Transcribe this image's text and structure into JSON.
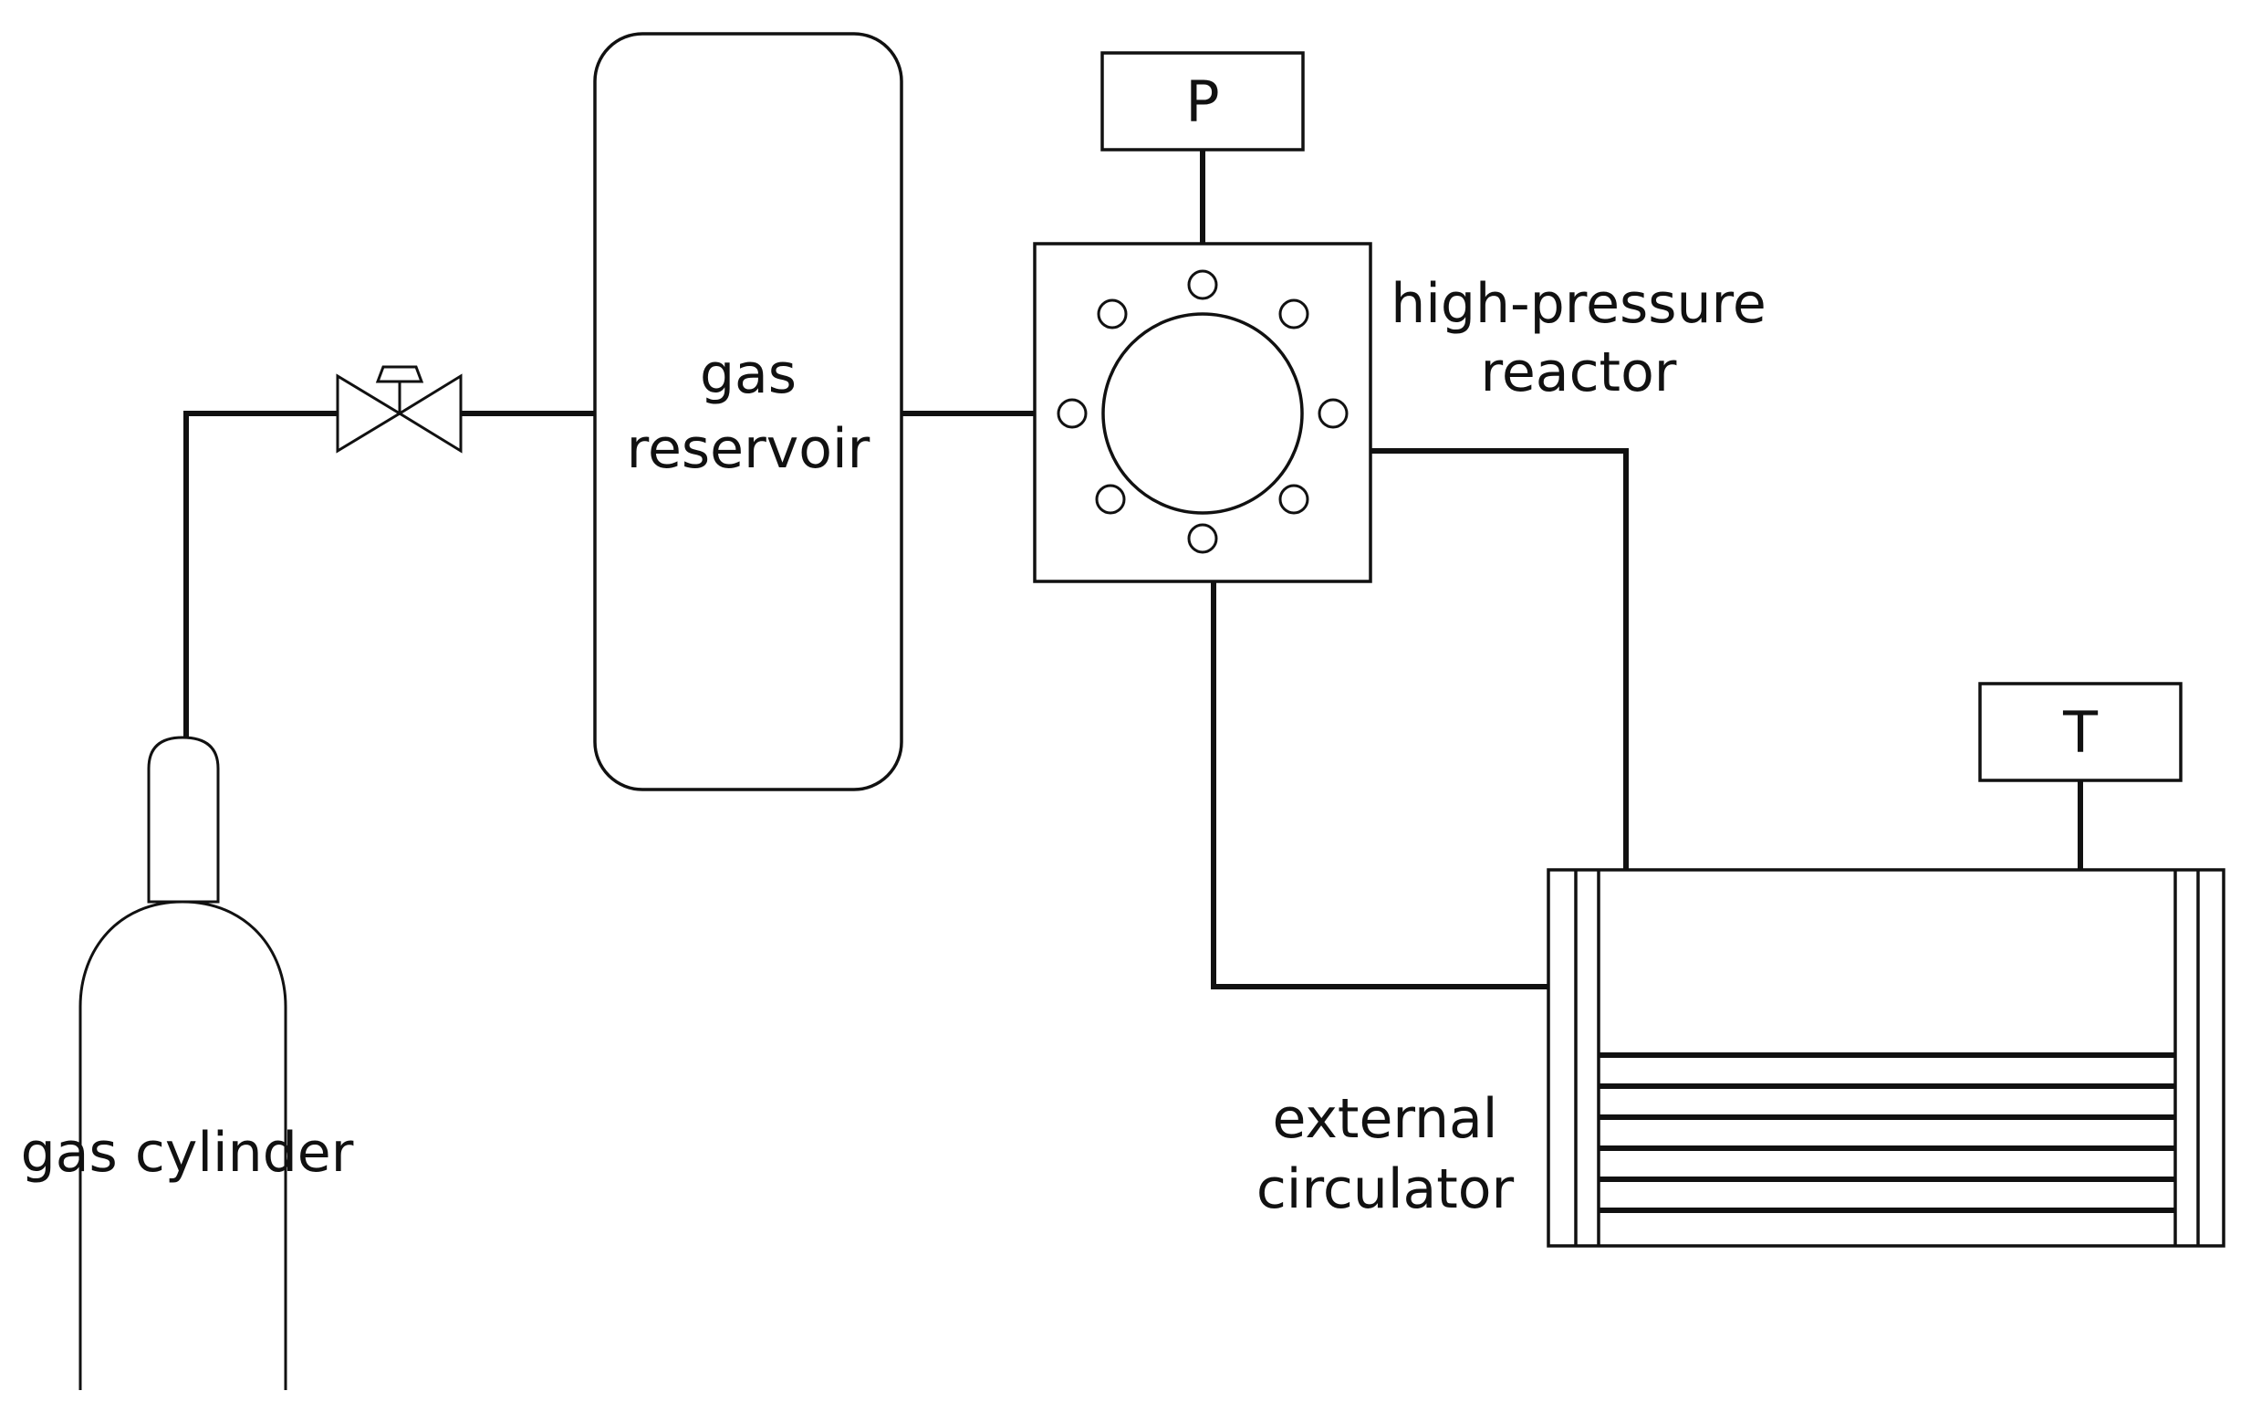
{
  "labels": {
    "gas_cylinder": "gas cylinder",
    "gas_reservoir_line1": "gas",
    "gas_reservoir_line2": "reservoir",
    "reactor_line1": "high-pressure",
    "reactor_line2": "reactor",
    "circulator_line1": "external",
    "circulator_line2": "circulator"
  },
  "gauges": {
    "pressure": "P",
    "temperature": "T"
  },
  "colors": {
    "line": "#111111",
    "background": "#ffffff"
  },
  "icons": {
    "valve": "valve-icon",
    "bolt_hole": "bolt-hole-icon"
  }
}
